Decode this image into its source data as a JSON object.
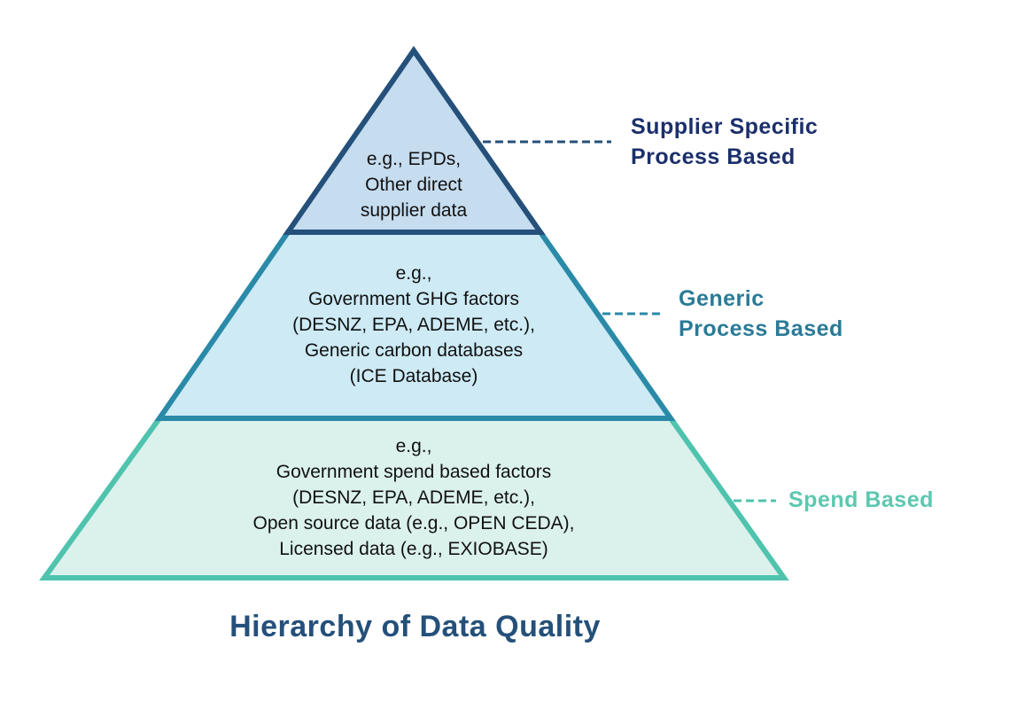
{
  "title": "Hierarchy of Data Quality",
  "tiers": [
    {
      "label_lines": [
        "Supplier Specific",
        "Process Based"
      ],
      "example_lines": [
        "e.g., EPDs,",
        "Other direct",
        "supplier data"
      ],
      "stroke_color": "#24507a",
      "fill_color": "#c6dcef",
      "label_color": "#1b2f6b"
    },
    {
      "label_lines": [
        "Generic",
        "Process Based"
      ],
      "example_lines": [
        "e.g.,",
        "Government GHG factors",
        "(DESNZ, EPA, ADEME, etc.),",
        "Generic carbon databases",
        "(ICE Database)"
      ],
      "stroke_color": "#2a8aa8",
      "fill_color": "#cdeaf5",
      "label_color": "#2a7a96"
    },
    {
      "label_lines": [
        "Spend Based"
      ],
      "example_lines": [
        "e.g.,",
        "Government spend based factors",
        "(DESNZ, EPA, ADEME, etc.),",
        "Open source data (e.g., OPEN CEDA),",
        "Licensed data (e.g., EXIOBASE)"
      ],
      "stroke_color": "#4fc3ad",
      "fill_color": "#dbf1ec",
      "label_color": "#5cc8b0"
    }
  ]
}
